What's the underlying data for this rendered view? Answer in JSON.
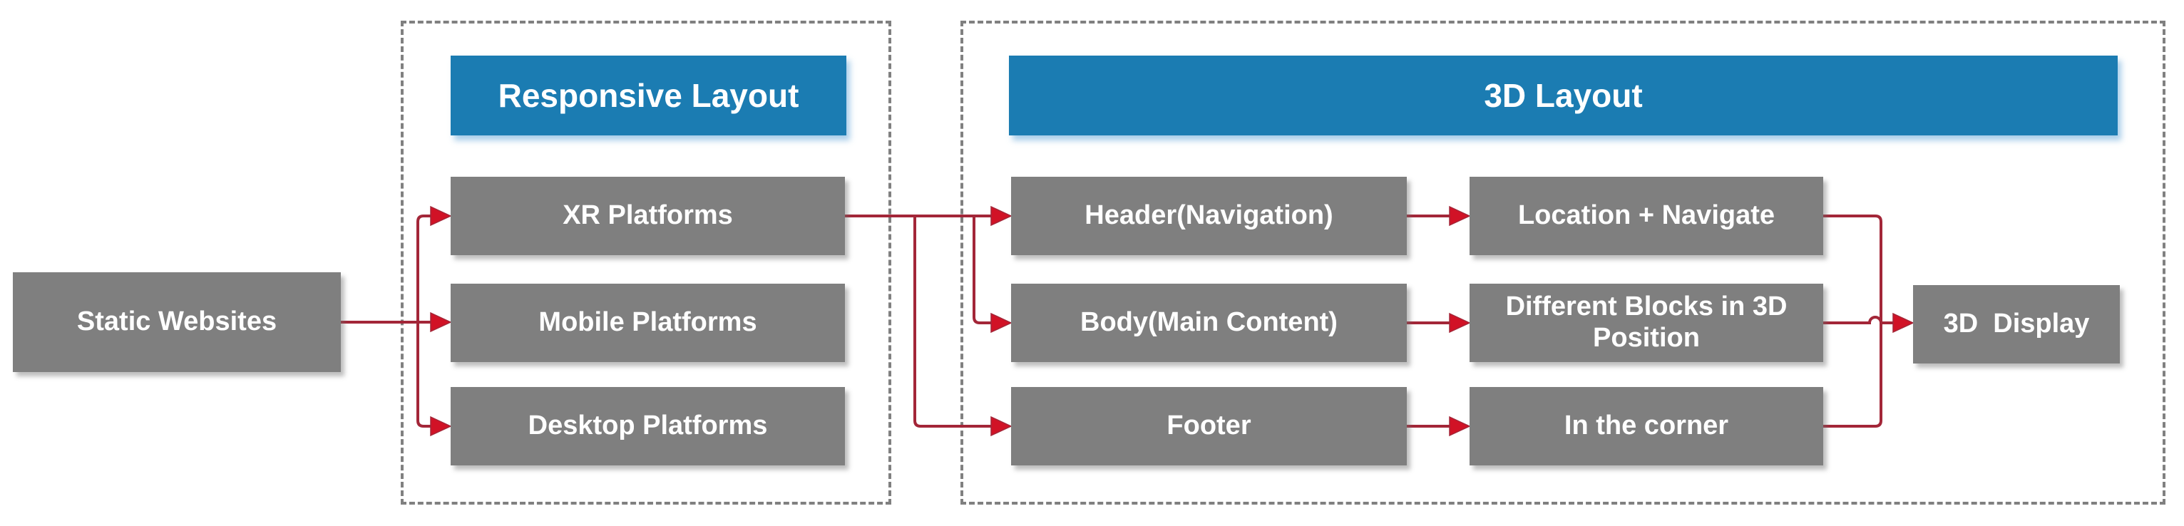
{
  "diagram": {
    "static": {
      "label": "Static Websites"
    },
    "responsive": {
      "title": "Responsive Layout",
      "items": [
        {
          "label": "XR Platforms"
        },
        {
          "label": "Mobile Platforms"
        },
        {
          "label": "Desktop Platforms"
        }
      ]
    },
    "three_d": {
      "title": "3D Layout",
      "left_column": [
        {
          "label": "Header(Navigation)"
        },
        {
          "label": "Body(Main Content)"
        },
        {
          "label": "Footer"
        }
      ],
      "right_column": [
        {
          "label": "Location + Navigate"
        },
        {
          "label": "Different Blocks in 3D Position"
        },
        {
          "label": "In the corner"
        }
      ],
      "display": {
        "label": "3D  Display"
      }
    },
    "edges": [
      {
        "from": "Static Websites",
        "to": "XR Platforms"
      },
      {
        "from": "Static Websites",
        "to": "Mobile Platforms"
      },
      {
        "from": "Static Websites",
        "to": "Desktop Platforms"
      },
      {
        "from": "XR Platforms",
        "to": "Header(Navigation)"
      },
      {
        "from": "XR Platforms",
        "to": "Body(Main Content)"
      },
      {
        "from": "XR Platforms",
        "to": "Footer"
      },
      {
        "from": "Header(Navigation)",
        "to": "Location + Navigate"
      },
      {
        "from": "Body(Main Content)",
        "to": "Different Blocks in 3D Position"
      },
      {
        "from": "Footer",
        "to": "In the corner"
      },
      {
        "from": "Location + Navigate",
        "to": "3D Display"
      },
      {
        "from": "Different Blocks in 3D Position",
        "to": "3D Display"
      },
      {
        "from": "In the corner",
        "to": "3D Display"
      }
    ],
    "colors": {
      "node_gray": "#7f7f7f",
      "header_blue": "#1b7cb2",
      "line_red": "#a32638",
      "arrow_red": "#d11226",
      "dashed_border_gray": "#808080",
      "text_white": "#ffffff",
      "background": "#ffffff"
    }
  }
}
